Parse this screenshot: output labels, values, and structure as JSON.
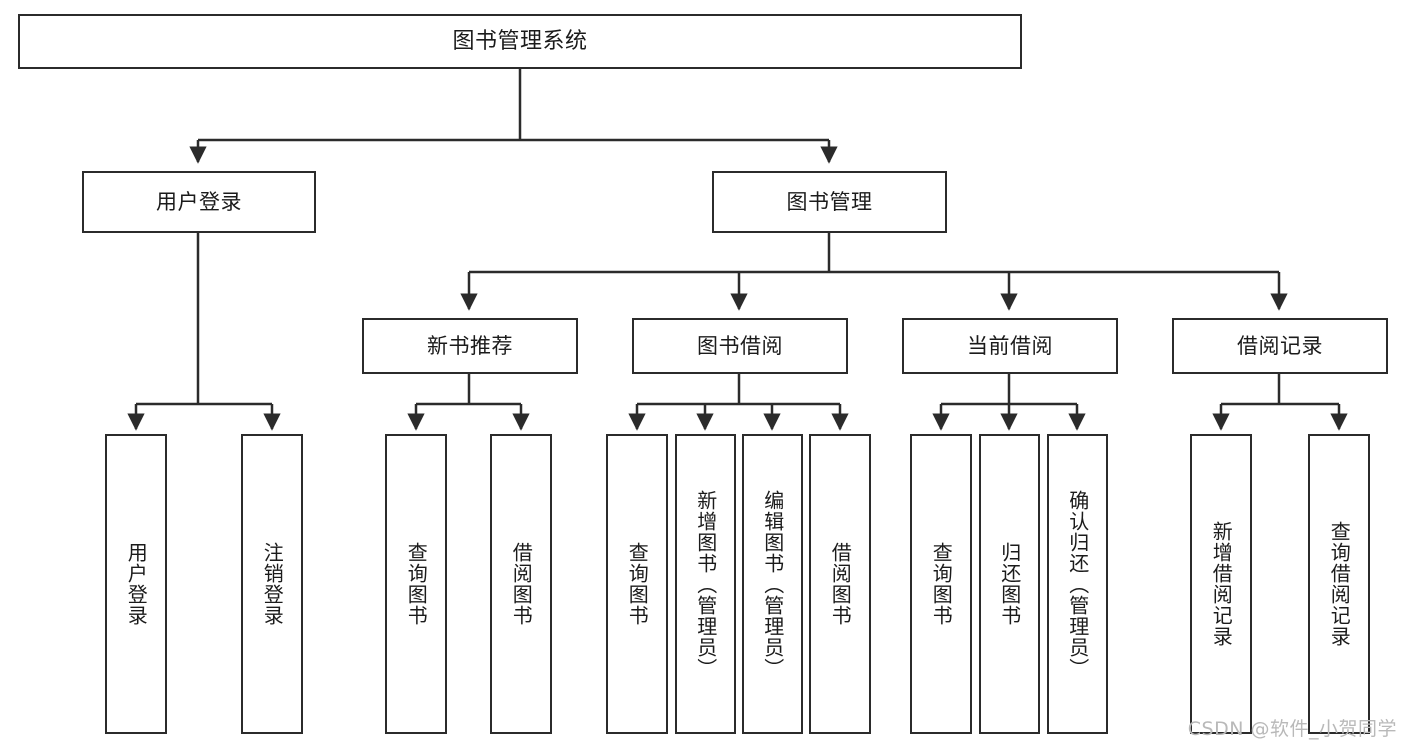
{
  "diagram": {
    "title": "图书管理系统",
    "type": "functional-structure-tree",
    "watermark": "CSDN @软件_小贺同学",
    "colors": {
      "background": "#ffffff",
      "box_border": "#2b2b2b",
      "connector": "#2b2b2b",
      "text": "#1b1b1b",
      "watermark": "#b9b9b9"
    },
    "nodes": {
      "root": {
        "id": "root",
        "label": "图书管理系统",
        "level": 1
      },
      "level2": [
        {
          "id": "user-login",
          "label": "用户登录",
          "level": 2
        },
        {
          "id": "book-management",
          "label": "图书管理",
          "level": 2
        }
      ],
      "level3": [
        {
          "id": "new-book-recommend",
          "label": "新书推荐",
          "level": 3,
          "parent": "book-management"
        },
        {
          "id": "book-borrow",
          "label": "图书借阅",
          "level": 3,
          "parent": "book-management"
        },
        {
          "id": "current-borrow",
          "label": "当前借阅",
          "level": 3,
          "parent": "book-management"
        },
        {
          "id": "borrow-record",
          "label": "借阅记录",
          "level": 3,
          "parent": "book-management"
        }
      ],
      "leaves": [
        {
          "id": "leaf-user-login",
          "label": "用户登录",
          "parent": "user-login"
        },
        {
          "id": "leaf-logout-login",
          "label": "注销登录",
          "parent": "user-login"
        },
        {
          "id": "leaf-query-book-1",
          "label": "查询图书",
          "parent": "new-book-recommend"
        },
        {
          "id": "leaf-borrow-book-1",
          "label": "借阅图书",
          "parent": "new-book-recommend"
        },
        {
          "id": "leaf-query-book-2",
          "label": "查询图书",
          "parent": "book-borrow"
        },
        {
          "id": "leaf-add-book",
          "label": "新增图书（管理员）",
          "parent": "book-borrow"
        },
        {
          "id": "leaf-edit-book",
          "label": "编辑图书（管理员）",
          "parent": "book-borrow"
        },
        {
          "id": "leaf-borrow-book-2",
          "label": "借阅图书",
          "parent": "book-borrow"
        },
        {
          "id": "leaf-query-book-3",
          "label": "查询图书",
          "parent": "current-borrow"
        },
        {
          "id": "leaf-return-book",
          "label": "归还图书",
          "parent": "current-borrow"
        },
        {
          "id": "leaf-confirm-return",
          "label": "确认归还（管理员）",
          "parent": "current-borrow"
        },
        {
          "id": "leaf-add-record",
          "label": "新增借阅记录",
          "parent": "borrow-record"
        },
        {
          "id": "leaf-query-record",
          "label": "查询借阅记录",
          "parent": "borrow-record"
        }
      ]
    }
  }
}
